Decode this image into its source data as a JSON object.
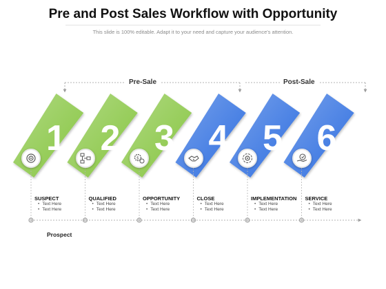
{
  "header": {
    "title": "Pre and Post Sales Workflow with Opportunity",
    "subtitle": "This slide is 100% editable. Adapt it to your need and capture your audience's attention."
  },
  "phases": {
    "pre_sale": "Pre-Sale",
    "post_sale": "Post-Sale"
  },
  "steps": [
    {
      "number": "1",
      "title": "SUSPECT",
      "bullets": [
        "Text Here",
        "Text Here"
      ],
      "color": "#86c540",
      "icon": "target-icon"
    },
    {
      "number": "2",
      "title": "QUALIFIED",
      "bullets": [
        "Text Here",
        "Text Here"
      ],
      "color": "#86c540",
      "icon": "flowchart-icon"
    },
    {
      "number": "3",
      "title": "OPPORTUNITY",
      "bullets": [
        "Text Here",
        "Text Here"
      ],
      "color": "#86c540",
      "icon": "money-gear-icon"
    },
    {
      "number": "4",
      "title": "CLOSE",
      "bullets": [
        "Text Here",
        "Text Here"
      ],
      "color": "#2f6ee0",
      "icon": "handshake-icon"
    },
    {
      "number": "5",
      "title": "IMPLEMENTATION",
      "bullets": [
        "Text Here",
        "Text Here"
      ],
      "color": "#2f6ee0",
      "icon": "gear-cycle-icon"
    },
    {
      "number": "6",
      "title": "SERVICE",
      "bullets": [
        "Text Here",
        "Text Here"
      ],
      "color": "#2f6ee0",
      "icon": "hand-service-icon"
    }
  ],
  "footer": {
    "prospect": "Prospect"
  },
  "colors": {
    "pre_sale": "#86c540",
    "post_sale": "#2f6ee0",
    "line": "#9a9a9a"
  }
}
